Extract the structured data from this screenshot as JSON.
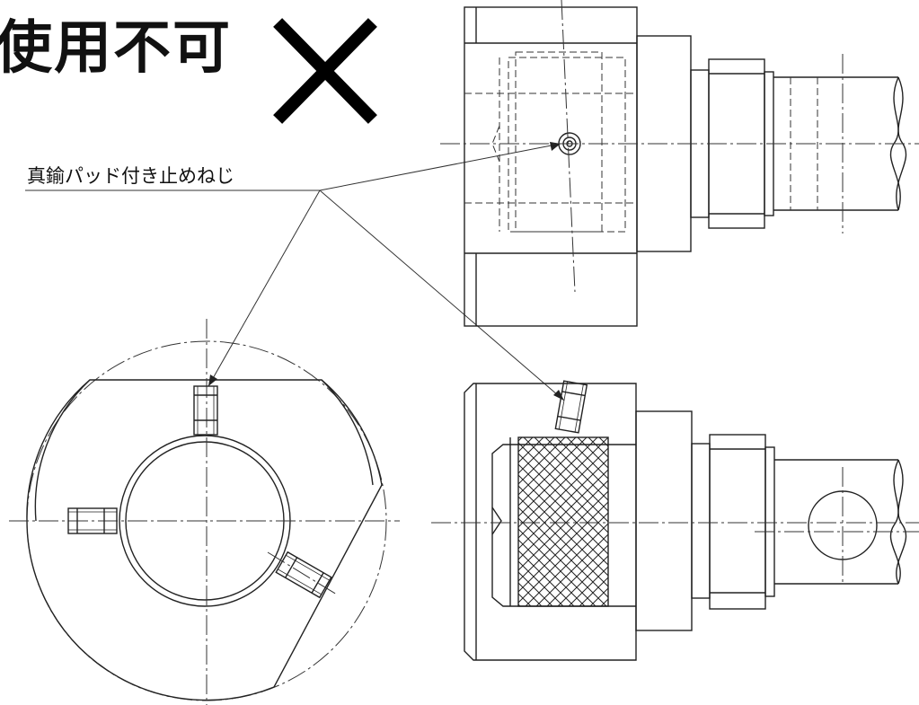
{
  "title": "使用不可",
  "callout_label": "真鍮パッド付き止めねじ",
  "mark": "cross-mark",
  "colors": {
    "line": "#222222",
    "background": "#ffffff",
    "cross": "#000000"
  }
}
